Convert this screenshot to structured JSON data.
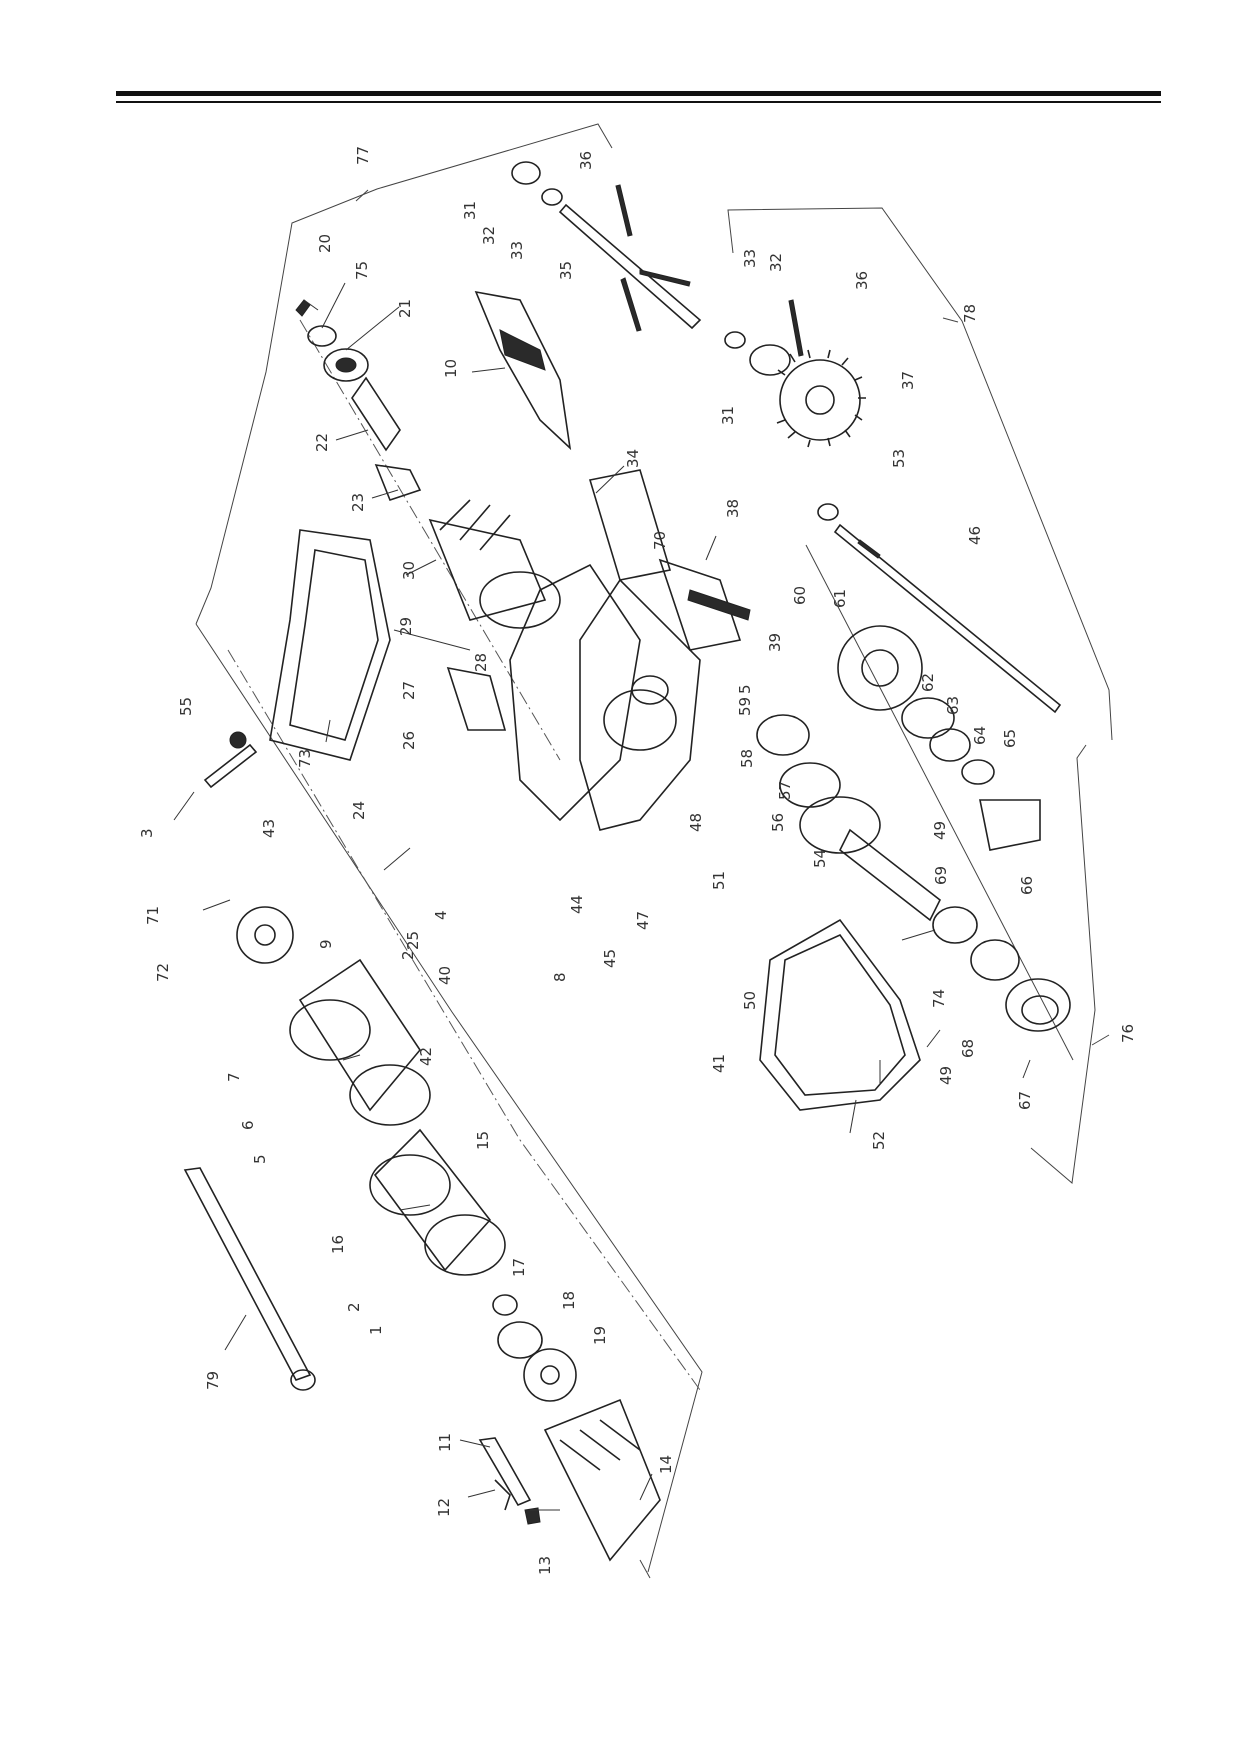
{
  "labels": [
    {
      "id": "l77a",
      "text": "77"
    },
    {
      "id": "l36a",
      "text": "36"
    },
    {
      "id": "l31a",
      "text": "31"
    },
    {
      "id": "l32a",
      "text": "32"
    },
    {
      "id": "l33a",
      "text": "33"
    },
    {
      "id": "l35",
      "text": "35"
    },
    {
      "id": "l20",
      "text": "20"
    },
    {
      "id": "l75",
      "text": "75"
    },
    {
      "id": "l21",
      "text": "21"
    },
    {
      "id": "l10",
      "text": "10"
    },
    {
      "id": "l33b",
      "text": "33"
    },
    {
      "id": "l32b",
      "text": "32"
    },
    {
      "id": "l36b",
      "text": "36"
    },
    {
      "id": "l78",
      "text": "78"
    },
    {
      "id": "l37",
      "text": "37"
    },
    {
      "id": "l31b",
      "text": "31"
    },
    {
      "id": "l22",
      "text": "22"
    },
    {
      "id": "l23",
      "text": "23"
    },
    {
      "id": "l34",
      "text": "34"
    },
    {
      "id": "l38",
      "text": "38"
    },
    {
      "id": "l70",
      "text": "70"
    },
    {
      "id": "l53",
      "text": "53"
    },
    {
      "id": "l46",
      "text": "46"
    },
    {
      "id": "l30",
      "text": "30"
    },
    {
      "id": "l29",
      "text": "29"
    },
    {
      "id": "l28",
      "text": "28"
    },
    {
      "id": "l27",
      "text": "27"
    },
    {
      "id": "l26",
      "text": "26"
    },
    {
      "id": "l73",
      "text": "73"
    },
    {
      "id": "l55",
      "text": "55"
    },
    {
      "id": "l60",
      "text": "60"
    },
    {
      "id": "l61",
      "text": "61"
    },
    {
      "id": "l39",
      "text": "39"
    },
    {
      "id": "l5a",
      "text": "5"
    },
    {
      "id": "l59",
      "text": "59"
    },
    {
      "id": "l62",
      "text": "62"
    },
    {
      "id": "l63",
      "text": "63"
    },
    {
      "id": "l64",
      "text": "64"
    },
    {
      "id": "l65",
      "text": "65"
    },
    {
      "id": "l58",
      "text": "58"
    },
    {
      "id": "l57",
      "text": "57"
    },
    {
      "id": "l56",
      "text": "56"
    },
    {
      "id": "l3",
      "text": "3"
    },
    {
      "id": "l43",
      "text": "43"
    },
    {
      "id": "l24",
      "text": "24"
    },
    {
      "id": "l48",
      "text": "48"
    },
    {
      "id": "l49a",
      "text": "49"
    },
    {
      "id": "l54",
      "text": "54"
    },
    {
      "id": "l66",
      "text": "66"
    },
    {
      "id": "l71",
      "text": "71"
    },
    {
      "id": "l25",
      "text": "25"
    },
    {
      "id": "l4",
      "text": "4"
    },
    {
      "id": "l44",
      "text": "44"
    },
    {
      "id": "l47",
      "text": "47"
    },
    {
      "id": "l51",
      "text": "51"
    },
    {
      "id": "l69",
      "text": "69"
    },
    {
      "id": "l72",
      "text": "72"
    },
    {
      "id": "l9",
      "text": "9"
    },
    {
      "id": "l40",
      "text": "40"
    },
    {
      "id": "l8",
      "text": "8"
    },
    {
      "id": "l45",
      "text": "45"
    },
    {
      "id": "l50",
      "text": "50"
    },
    {
      "id": "l74",
      "text": "74"
    },
    {
      "id": "l2a",
      "text": "2"
    },
    {
      "id": "l68",
      "text": "68"
    },
    {
      "id": "l76",
      "text": "76"
    },
    {
      "id": "l7",
      "text": "7"
    },
    {
      "id": "l41",
      "text": "41"
    },
    {
      "id": "l42",
      "text": "42"
    },
    {
      "id": "l49b",
      "text": "49"
    },
    {
      "id": "l67",
      "text": "67"
    },
    {
      "id": "l6",
      "text": "6"
    },
    {
      "id": "l5b",
      "text": "5"
    },
    {
      "id": "l15",
      "text": "15"
    },
    {
      "id": "l52",
      "text": "52"
    },
    {
      "id": "l16",
      "text": "16"
    },
    {
      "id": "l17",
      "text": "17"
    },
    {
      "id": "l2b",
      "text": "2"
    },
    {
      "id": "l18",
      "text": "18"
    },
    {
      "id": "l1",
      "text": "1"
    },
    {
      "id": "l19",
      "text": "19"
    },
    {
      "id": "l79",
      "text": "79"
    },
    {
      "id": "l11",
      "text": "11"
    },
    {
      "id": "l14",
      "text": "14"
    },
    {
      "id": "l12",
      "text": "12"
    },
    {
      "id": "l13",
      "text": "13"
    }
  ]
}
